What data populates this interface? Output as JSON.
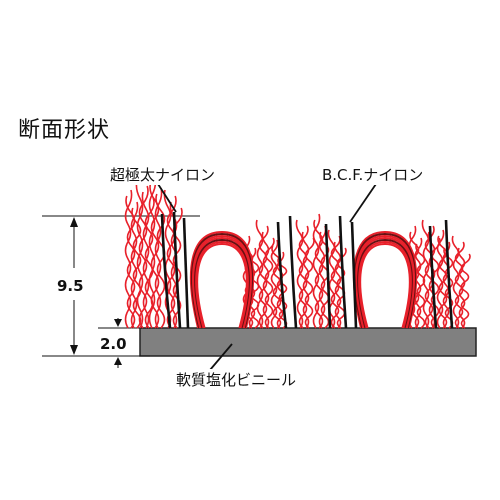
{
  "title": "断面形状",
  "labels": {
    "thick_nylon": "超極太ナイロン",
    "bcf_nylon": "B.C.F.ナイロン",
    "soft_pvc": "軟質塩化ビニール"
  },
  "dimensions": {
    "pile_height": "9.5",
    "base_thickness": "2.0"
  },
  "colors": {
    "pile_red": "#e8202a",
    "pile_black": "#111111",
    "base_gray": "#808080"
  }
}
